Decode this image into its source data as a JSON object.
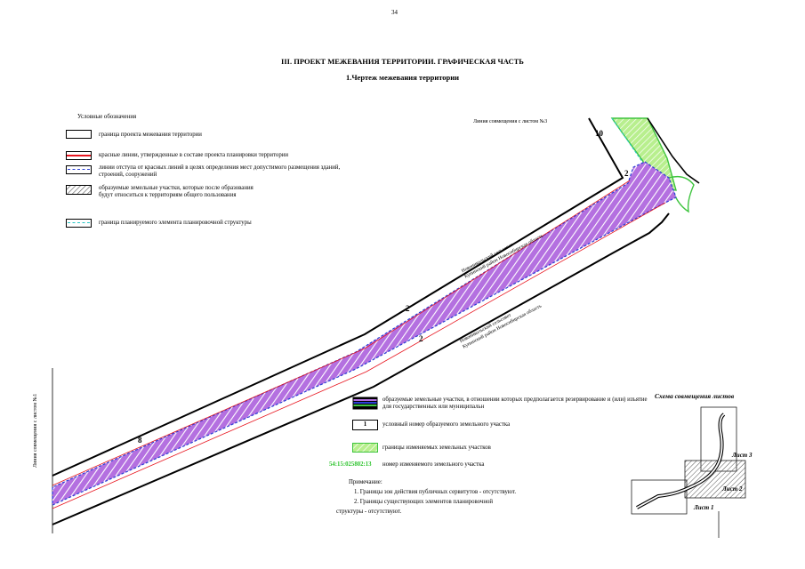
{
  "page_number": "34",
  "title": "III. ПРОЕКТ МЕЖЕВАНИЯ ТЕРРИТОРИИ. ГРАФИЧЕСКАЯ ЧАСТЬ",
  "subtitle": "1.Чертеж  межевания территории",
  "legend": {
    "heading": "Условные обозначения",
    "items": [
      {
        "label": "граница проекта межевания территории"
      },
      {
        "label": "красные линии, утвержденные в составе проекта планировки территории"
      },
      {
        "label": "линии отступа от красных линий в целях определения мест допустимого размещения зданий, строений, сооружений"
      },
      {
        "label": "образуемые земельные участки, которые после образования будут относиться к территориям общего пользования"
      },
      {
        "label": "граница планируемого элемента планировочной структуры"
      }
    ]
  },
  "legend2": {
    "items": [
      {
        "label": "образуемые земельные участки, в отношении которых предполагается резервирование и (или) изъятие для государственных или муниципальн"
      },
      {
        "label": "условный номер образуемого земельного участка",
        "sample": "1"
      },
      {
        "label": "границы изменяемых земельных участков"
      },
      {
        "label": "номер изменяемого земельного участка",
        "sample": "54:15:025802:13"
      }
    ]
  },
  "notes": {
    "heading": "Примечание:",
    "lines": [
      "1. Границы зон действия публичных сервитутов - отсутствуют.",
      "2. Границы существующих элементов планировочной",
      "структуры - отсутствуют."
    ]
  },
  "map": {
    "sheet_link_top": "Линия совмещения с листом №3",
    "sheet_link_left": "Линия совмещения с листом №1",
    "road_labels": [
      {
        "line1": "Новоникольский сельсовет",
        "line2": "Купинский район Новосибирская область"
      },
      {
        "line1": "Новоникольский сельсовет",
        "line2": "Купинский район Новосибирская область"
      }
    ],
    "parcel_numbers": [
      "10",
      "2",
      "2",
      "2",
      "8"
    ]
  },
  "scheme": {
    "title": "Схема совмещения листов",
    "sheets": [
      "Лист 3",
      "Лист 2",
      "Лист 1"
    ]
  },
  "colors": {
    "boundary": "#000000",
    "red_line": "#e8141e",
    "offset_line": "#2a3fd6",
    "parcel_fill": "#b470e0",
    "parcel_hatch": "#ffffff",
    "change_boundary": "#3ec43e",
    "change_fill": "#b8ef8e",
    "planning_element": "#28c7c7",
    "parcel_number_color": "#2fc42f"
  }
}
